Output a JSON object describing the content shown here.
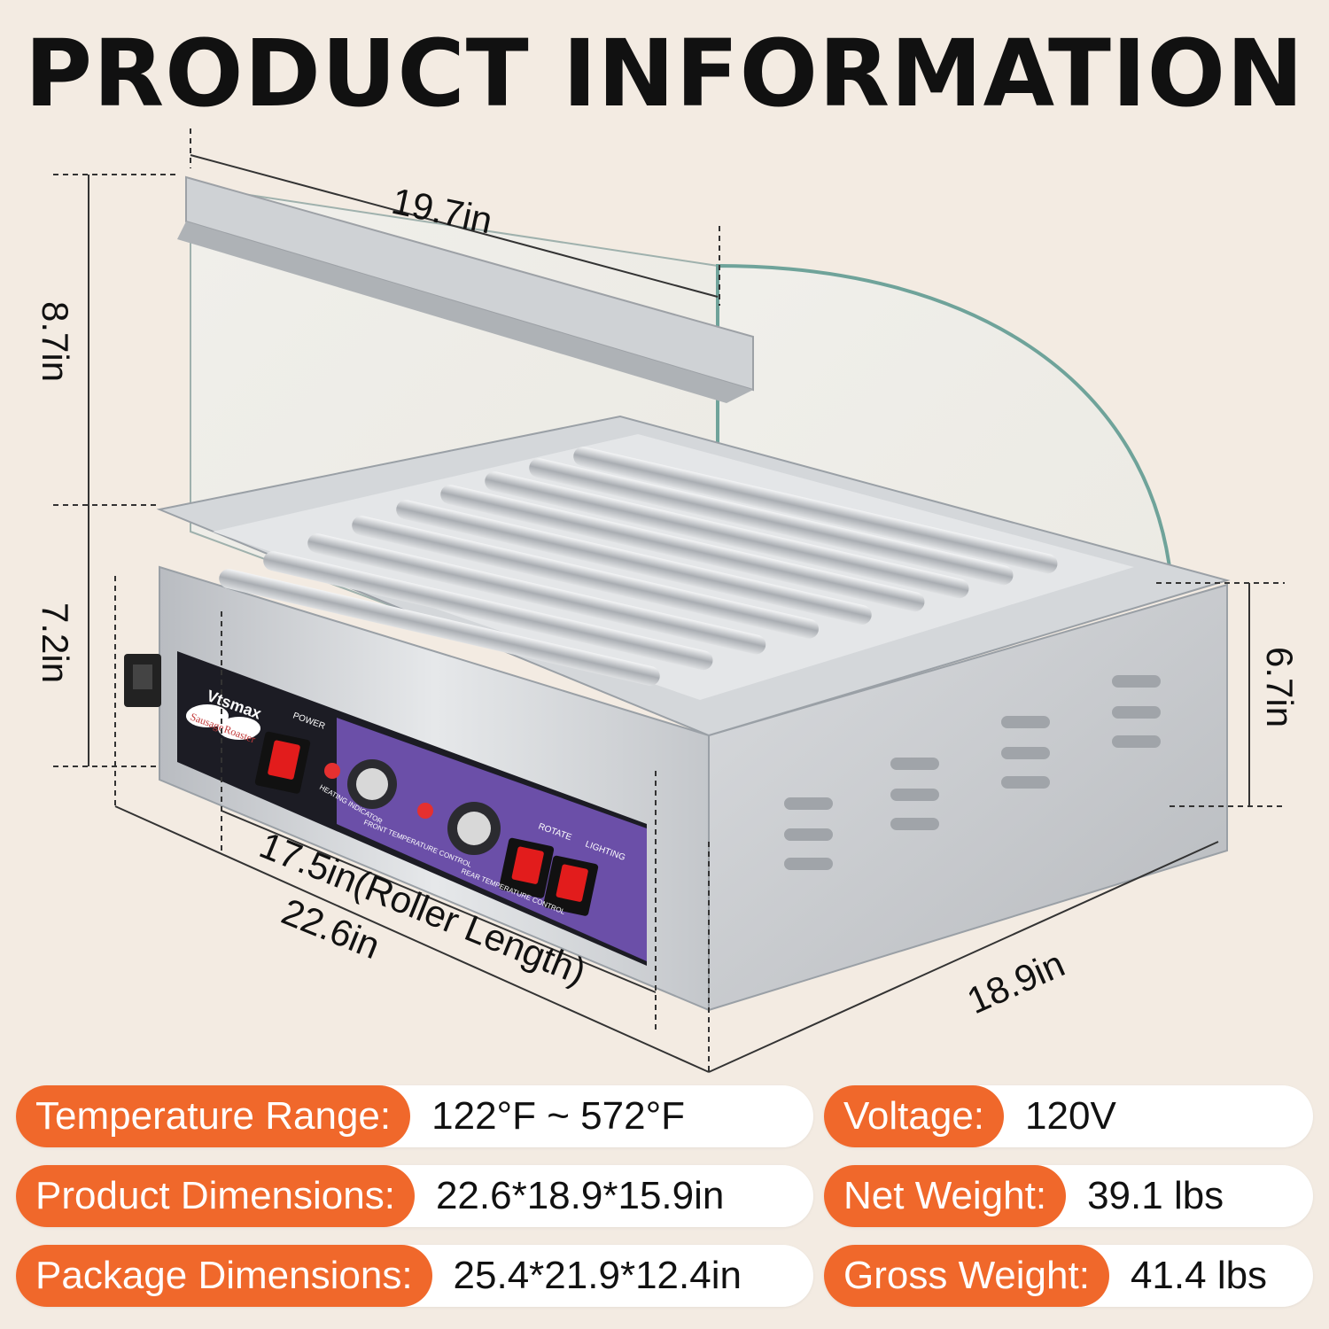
{
  "title": "PRODUCT INFORMATION",
  "dimensions": {
    "top_width": "19.7in",
    "lid_height": "8.7in",
    "base_height": "7.2in",
    "side_height": "6.7in",
    "roller_length": "17.5in(Roller Length)",
    "front_width": "22.6in",
    "depth": "18.9in"
  },
  "control_panel": {
    "brand": "Vtsmax",
    "badge_left": "Sausage",
    "badge_right": "Roaster",
    "power_label": "POWER",
    "rotate_label": "ROTATE",
    "lighting_label": "LIGHTING",
    "heating_label": "HEATING INDICATOR",
    "front_temp_label": "FRONT TEMPERATURE CONTROL",
    "rear_temp_label": "REAR TEMPERATURE CONTROL"
  },
  "specs": {
    "left": [
      {
        "label": "Temperature Range:",
        "value": "122°F ~ 572°F"
      },
      {
        "label": "Product Dimensions:",
        "value": "22.6*18.9*15.9in"
      },
      {
        "label": "Package Dimensions:",
        "value": "25.4*21.9*12.4in"
      }
    ],
    "right": [
      {
        "label": "Voltage:",
        "value": "120V"
      },
      {
        "label": "Net Weight:",
        "value": "39.1 lbs"
      },
      {
        "label": "Gross Weight:",
        "value": "41.4 lbs"
      }
    ]
  },
  "colors": {
    "accent": "#f0682b",
    "background": "#f3ebe2",
    "panel_purple": "#6b4fa8",
    "steel": "#c9ccd0"
  }
}
